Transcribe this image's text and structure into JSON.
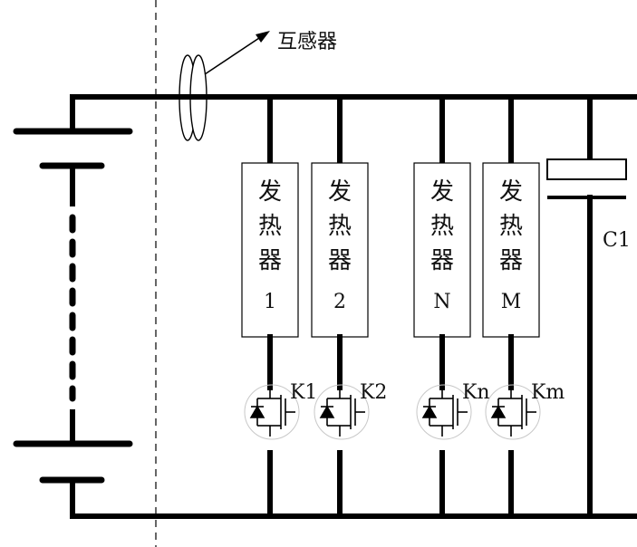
{
  "ct_label": "互感器",
  "capacitor_label": "C1",
  "heaters": [
    {
      "line1": "发",
      "line2": "热",
      "line3": "器",
      "number": "1",
      "switch_label": "K1"
    },
    {
      "line1": "发",
      "line2": "热",
      "line3": "器",
      "number": "2",
      "switch_label": "K2"
    },
    {
      "line1": "发",
      "line2": "热",
      "line3": "器",
      "number": "N",
      "switch_label": "Kn"
    },
    {
      "line1": "发",
      "line2": "热",
      "line3": "器",
      "number": "M",
      "switch_label": "Km"
    }
  ]
}
